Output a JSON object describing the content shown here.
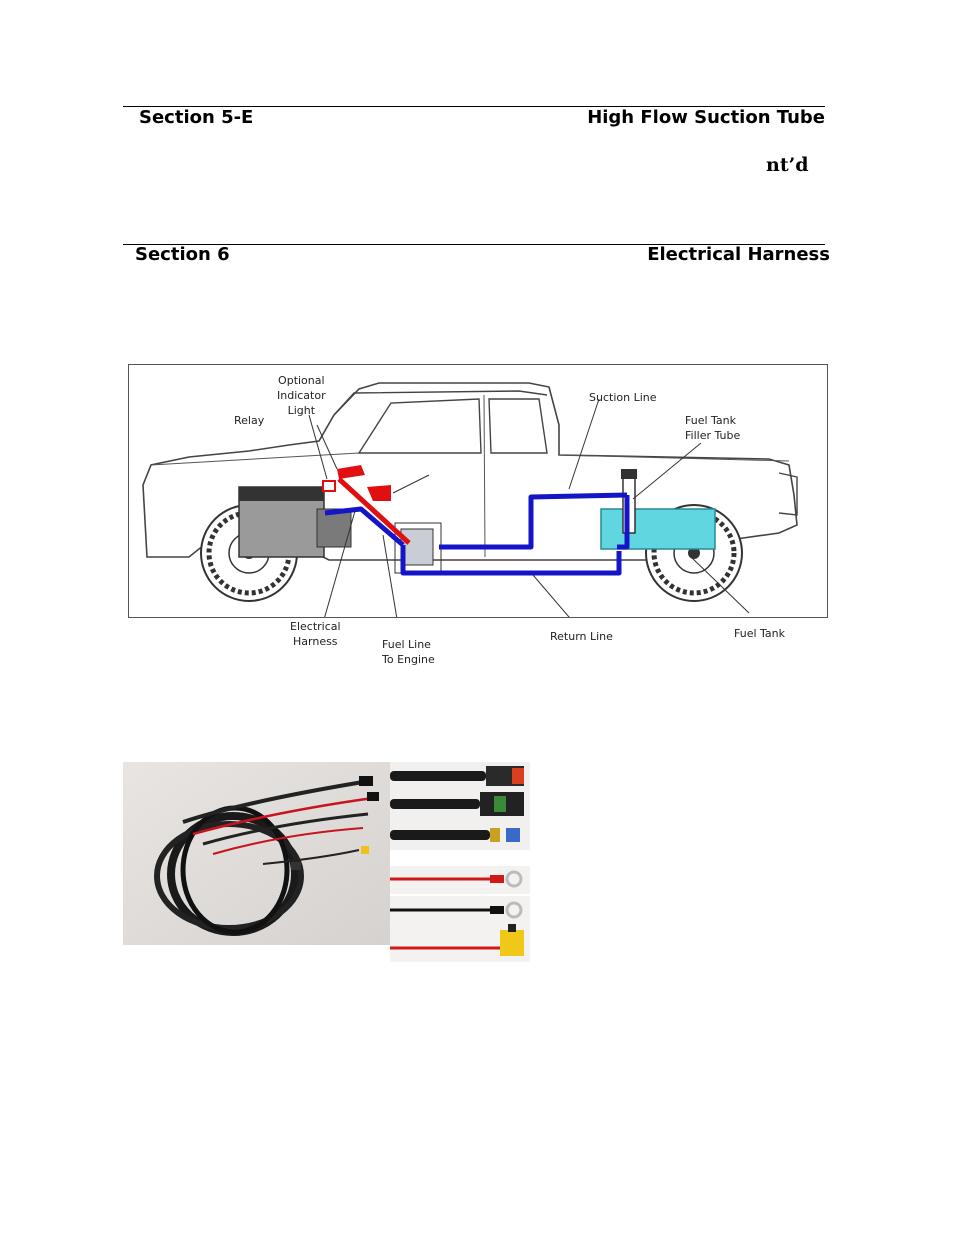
{
  "section_5e": {
    "label": "Section 5-E",
    "title": "High Flow Suction Tube",
    "contd": "nt’d"
  },
  "section_6": {
    "label": "Section 6",
    "title": "Electrical Harness"
  },
  "diagram": {
    "labels": {
      "optional_indicator_light": [
        "Optional",
        "Indicator",
        "Light"
      ],
      "relay": "Relay",
      "suction_line": "Suction Line",
      "fuel_tank_filler_tube": [
        "Fuel Tank",
        "Filler Tube"
      ],
      "electrical_harness": [
        "Electrical",
        "Harness"
      ],
      "fuel_line_to_engine": [
        "Fuel Line",
        "To Engine"
      ],
      "return_line": "Return Line",
      "fuel_tank": "Fuel Tank"
    },
    "colors": {
      "fuel_line": "#1515c8",
      "harness": "#e01010",
      "tank": "#5fd6e0"
    }
  }
}
